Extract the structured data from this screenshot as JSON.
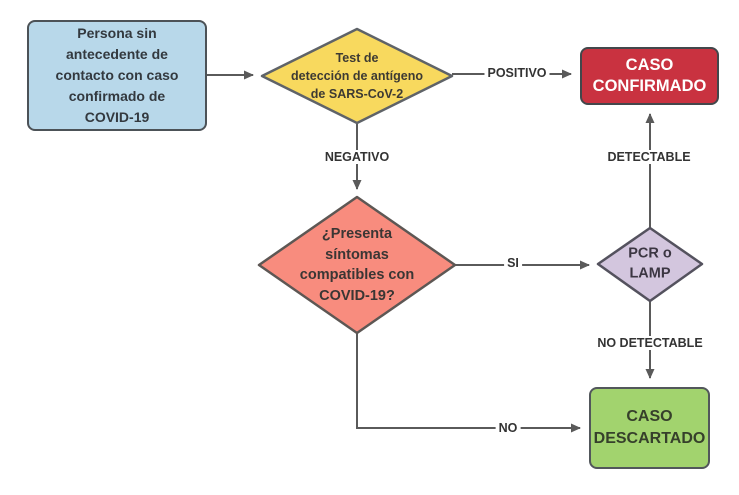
{
  "colors": {
    "canvas_bg": "#ffffff",
    "connector": "#5a5a5a",
    "edge_label_text": "#333333"
  },
  "nodes": {
    "start": {
      "label": "Persona sin\nantecedente de\ncontacto con caso\nconfirmado de\nCOVID-19",
      "fill": "#b8d8ea",
      "border": "#4c5257",
      "text_color": "#33393f"
    },
    "antigen_test": {
      "label": "Test de\ndetección de antígeno\nde SARS-CoV-2",
      "fill": "#f8d95e",
      "border": "#5f6368",
      "text_color": "#3d3a33"
    },
    "caso_confirmado": {
      "label": "CASO\nCONFIRMADO",
      "fill": "#c93240",
      "border": "#43474b",
      "text_color": "#ffffff"
    },
    "sintomas": {
      "label": "¿Presenta\nsíntomas\ncompatibles con\nCOVID-19?",
      "fill": "#f88c7e",
      "border": "#5d5754",
      "text_color": "#3a3634"
    },
    "pcr_lamp": {
      "label": "PCR o\nLAMP",
      "fill": "#d3c6de",
      "border": "#54525e",
      "text_color": "#3b3642"
    },
    "caso_descartado": {
      "label": "CASO\nDESCARTADO",
      "fill": "#a2d36e",
      "border": "#52575b",
      "text_color": "#36402b"
    }
  },
  "edges": {
    "positivo": "POSITIVO",
    "negativo": "NEGATIVO",
    "si": "SI",
    "detectable": "DETECTABLE",
    "no_detectable": "NO DETECTABLE",
    "no": "NO"
  }
}
